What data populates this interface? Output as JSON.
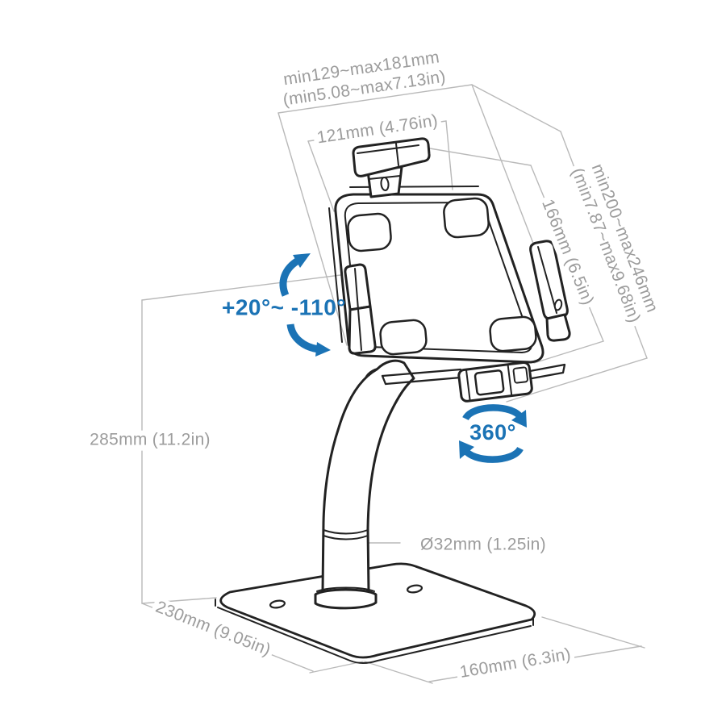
{
  "diagram": {
    "kind": "tablet-stand-dimension-drawing",
    "labels": {
      "top_width_line1": "min129~max181mm",
      "top_width_line2": "(min5.08~max7.13in)",
      "bracket_width": "121mm (4.76in)",
      "holder_height": "166mm (6.5in)",
      "side_height_line1": "min200~max246mm",
      "side_height_line2": "(min7.87~max9.68in)",
      "tilt_range": "+20°~ -110°",
      "swivel_range": "360°",
      "column_height": "285mm (11.2in)",
      "pole_diameter": "Ø32mm (1.25in)",
      "base_depth": "230mm (9.05in)",
      "base_width": "160mm (6.3in)"
    },
    "icons": [
      "tilt-arrow-up-icon",
      "tilt-arrow-down-icon",
      "rotation-360-icon"
    ],
    "colors": {
      "accent_blue": "#1b73b5",
      "dimension_line_gray": "#b9b9b9",
      "dimension_text_gray": "#9c9c9c",
      "artwork_black": "#222222",
      "background": "#ffffff"
    }
  }
}
